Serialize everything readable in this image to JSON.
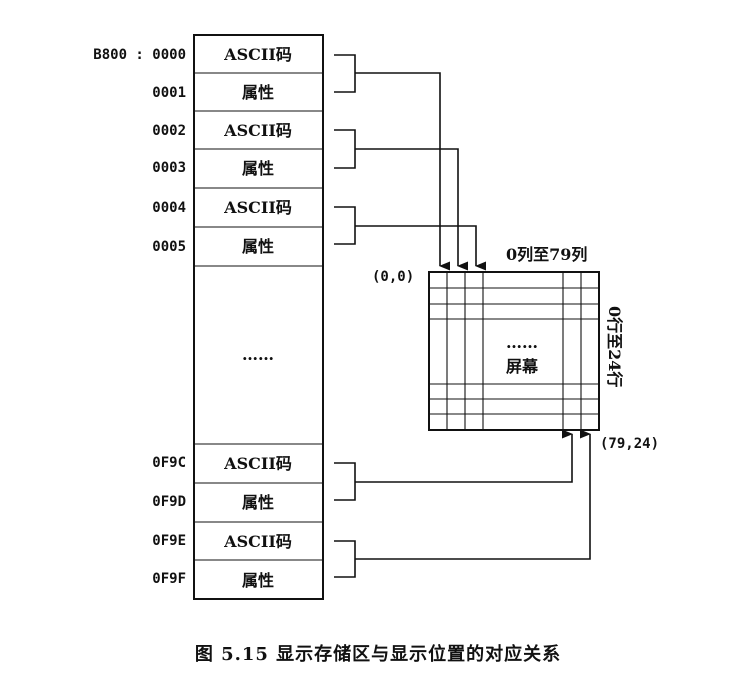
{
  "memory": {
    "ascii_label": "ASCII码",
    "attr_label": "属性",
    "ellipsis": "……",
    "rows": [
      {
        "addr": "B800 : 0000",
        "kind": "ASCII码"
      },
      {
        "addr": "0001",
        "kind": "属性"
      },
      {
        "addr": "0002",
        "kind": "ASCII码"
      },
      {
        "addr": "0003",
        "kind": "属性"
      },
      {
        "addr": "0004",
        "kind": "ASCII码"
      },
      {
        "addr": "0005",
        "kind": "属性"
      },
      {
        "addr": "0F9C",
        "kind": "ASCII码"
      },
      {
        "addr": "0F9D",
        "kind": "属性"
      },
      {
        "addr": "0F9E",
        "kind": "ASCII码"
      },
      {
        "addr": "0F9F",
        "kind": "属性"
      }
    ]
  },
  "screen": {
    "columns_label": "0列至79列",
    "rows_label": "0行至24行",
    "origin_label": "(0,0)",
    "end_label": "(79,24)",
    "center_dots": "……",
    "center_label": "屏幕"
  },
  "caption": "图 5.15  显示存储区与显示位置的对应关系"
}
